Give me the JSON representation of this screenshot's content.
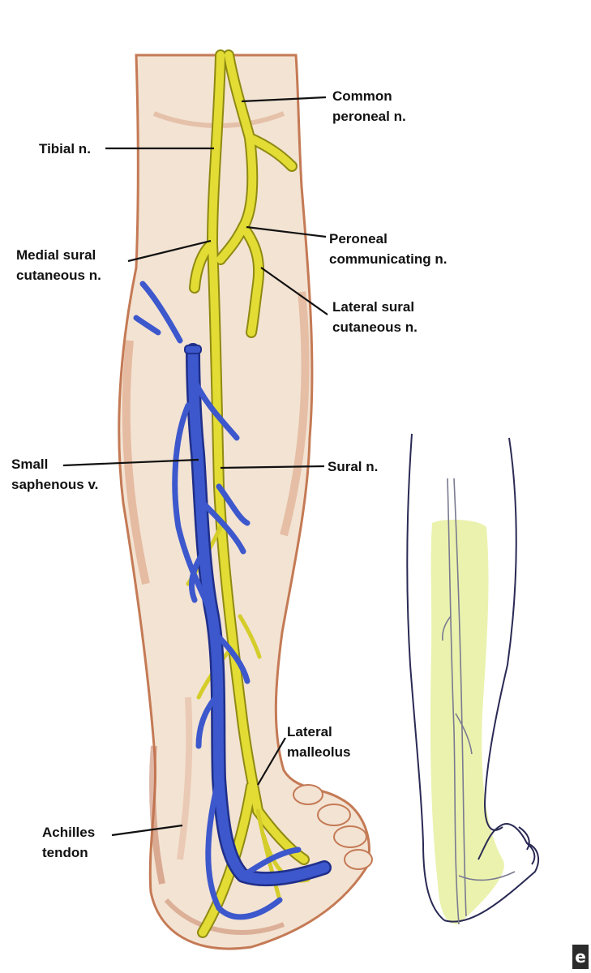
{
  "diagram": {
    "labels": {
      "common_peroneal": [
        "Common",
        "peroneal n."
      ],
      "tibial": [
        "Tibial n."
      ],
      "peroneal_communicating": [
        "Peroneal",
        "communicating n."
      ],
      "medial_sural": [
        "Medial sural",
        "cutaneous n."
      ],
      "lateral_sural": [
        "Lateral sural",
        "cutaneous n."
      ],
      "small_saphenous": [
        "Small",
        "saphenous v."
      ],
      "sural": [
        "Sural n."
      ],
      "lateral_malleolus": [
        "Lateral",
        "malleolus"
      ],
      "achilles": [
        "Achilles",
        "tendon"
      ]
    },
    "logo_text": "e",
    "colors": {
      "nerve": "#e2dc35",
      "nerve_outline": "#8f8a12",
      "vein": "#3d58cc",
      "vein_outline": "#1f2f8a",
      "skin": "#f3e3d3",
      "skin_shade": "#c9805a",
      "inset_outline": "#2a2a55",
      "inset_area": "#e8f0a0"
    }
  }
}
